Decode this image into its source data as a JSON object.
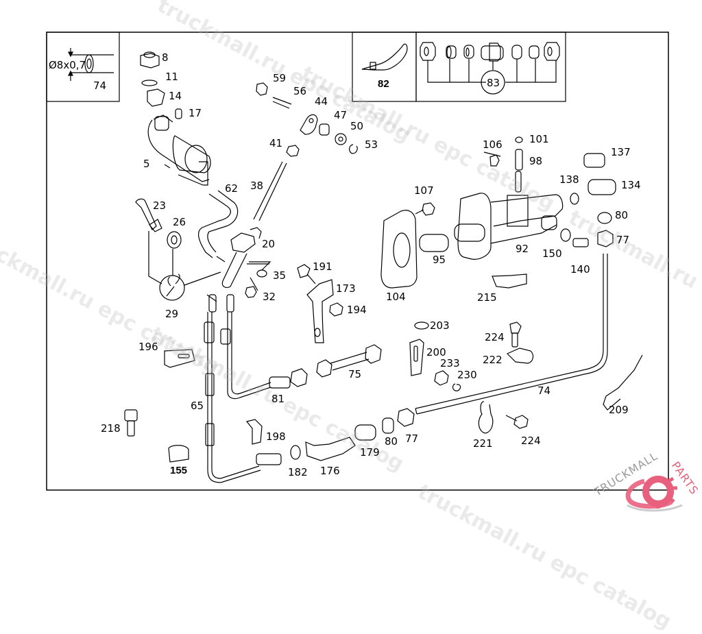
{
  "diagram": {
    "title": "",
    "inset_pipe": {
      "dimension_label": "Ø8x0,7",
      "part_number": "74"
    },
    "inset_tie": {
      "part_number": "82"
    },
    "inset_kit": {
      "part_number": "83"
    },
    "watermark_text": "truckmall.ru epc catalog",
    "logo": {
      "text": "TRUCKMALL",
      "accent_text": "PARTS",
      "accent_color": "#e8607e",
      "text_color": "#9a9a9a"
    },
    "parts": [
      {
        "id": "p8",
        "label": "8"
      },
      {
        "id": "p11",
        "label": "11"
      },
      {
        "id": "p14",
        "label": "14"
      },
      {
        "id": "p17",
        "label": "17"
      },
      {
        "id": "p5",
        "label": "5"
      },
      {
        "id": "p62",
        "label": "62"
      },
      {
        "id": "p38",
        "label": "38"
      },
      {
        "id": "p59",
        "label": "59"
      },
      {
        "id": "p56",
        "label": "56"
      },
      {
        "id": "p44",
        "label": "44"
      },
      {
        "id": "p47",
        "label": "47"
      },
      {
        "id": "p50",
        "label": "50"
      },
      {
        "id": "p53",
        "label": "53"
      },
      {
        "id": "p41",
        "label": "41"
      },
      {
        "id": "p23",
        "label": "23"
      },
      {
        "id": "p26",
        "label": "26"
      },
      {
        "id": "p20",
        "label": "20"
      },
      {
        "id": "p35",
        "label": "35"
      },
      {
        "id": "p32",
        "label": "32"
      },
      {
        "id": "p29",
        "label": "29"
      },
      {
        "id": "p191",
        "label": "191"
      },
      {
        "id": "p173",
        "label": "173"
      },
      {
        "id": "p194",
        "label": "194"
      },
      {
        "id": "p106",
        "label": "106"
      },
      {
        "id": "p101",
        "label": "101"
      },
      {
        "id": "p98",
        "label": "98"
      },
      {
        "id": "p137",
        "label": "137"
      },
      {
        "id": "p138",
        "label": "138"
      },
      {
        "id": "p134",
        "label": "134"
      },
      {
        "id": "p107",
        "label": "107"
      },
      {
        "id": "p80a",
        "label": "80"
      },
      {
        "id": "p77a",
        "label": "77"
      },
      {
        "id": "p95",
        "label": "95"
      },
      {
        "id": "p92",
        "label": "92"
      },
      {
        "id": "p150",
        "label": "150"
      },
      {
        "id": "p140",
        "label": "140"
      },
      {
        "id": "p104",
        "label": "104"
      },
      {
        "id": "p215",
        "label": "215"
      },
      {
        "id": "p196",
        "label": "196"
      },
      {
        "id": "p203",
        "label": "203"
      },
      {
        "id": "p224a",
        "label": "224"
      },
      {
        "id": "p200",
        "label": "200"
      },
      {
        "id": "p222",
        "label": "222"
      },
      {
        "id": "p233",
        "label": "233"
      },
      {
        "id": "p230",
        "label": "230"
      },
      {
        "id": "p75",
        "label": "75"
      },
      {
        "id": "p81",
        "label": "81"
      },
      {
        "id": "p74",
        "label": "74"
      },
      {
        "id": "p65",
        "label": "65"
      },
      {
        "id": "p209",
        "label": "209"
      },
      {
        "id": "p218",
        "label": "218"
      },
      {
        "id": "p198",
        "label": "198"
      },
      {
        "id": "p80b",
        "label": "80"
      },
      {
        "id": "p77b",
        "label": "77"
      },
      {
        "id": "p221",
        "label": "221"
      },
      {
        "id": "p224b",
        "label": "224"
      },
      {
        "id": "p179",
        "label": "179"
      },
      {
        "id": "p155",
        "label": "155"
      },
      {
        "id": "p182",
        "label": "182"
      },
      {
        "id": "p176",
        "label": "176"
      }
    ]
  }
}
